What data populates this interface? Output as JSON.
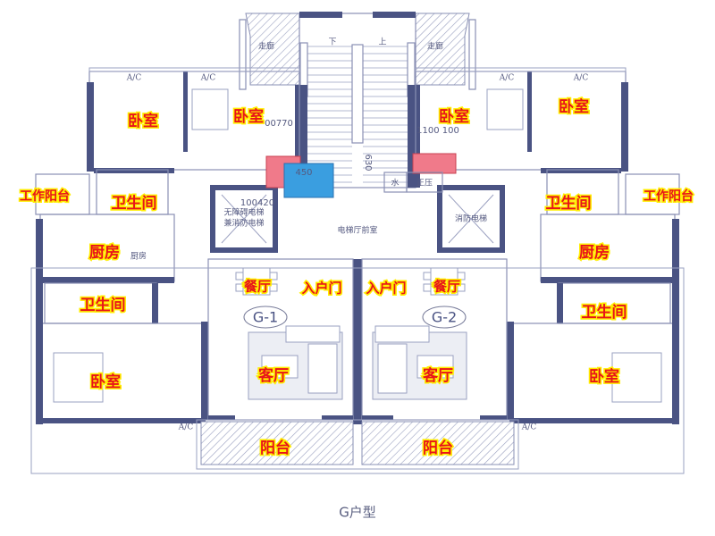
{
  "plan": {
    "title": "G户型",
    "units": [
      "G-1",
      "G-2"
    ],
    "rooms": {
      "bedroom_tl1": "卧室",
      "bedroom_tl2": "卧室",
      "bedroom_tr1": "卧室",
      "bedroom_tr2": "卧室",
      "work_balcony_l": "工作阳台",
      "work_balcony_r": "工作阳台",
      "bath_l1": "卫生间",
      "bath_r1": "卫生间",
      "bath_l2": "卫生间",
      "bath_r2": "卫生间",
      "kitchen_l": "厨房",
      "kitchen_r": "厨房",
      "dining_l": "餐厅",
      "dining_r": "餐厅",
      "entry_l": "入户门",
      "entry_r": "入户门",
      "bedroom_bl": "卧室",
      "bedroom_br": "卧室",
      "living_l": "客厅",
      "living_r": "客厅",
      "balcony_l": "阳台",
      "balcony_r": "阳台"
    },
    "annotations": {
      "lobby": "电梯厅前室",
      "elevator_l1": "无障碍电梯",
      "elevator_l2": "兼消防电梯",
      "elevator_r": "消防电梯",
      "corridor_l": "走廊",
      "corridor_r": "走廊",
      "stair_down": "下",
      "stair_up": "上",
      "water": "水",
      "pressure": "正压",
      "ac": "A/C",
      "dim_1": "100420",
      "dim_2": "450",
      "dim_3": "00770",
      "dim_4": "1100 100",
      "dim_5": "630",
      "kitchen_small": "厨房"
    },
    "colors": {
      "wall": "#4a5383",
      "label": "#e8141a",
      "label_outline": "#ffee00",
      "pink": "#f07a8a",
      "blue": "#3a9ee0"
    }
  }
}
